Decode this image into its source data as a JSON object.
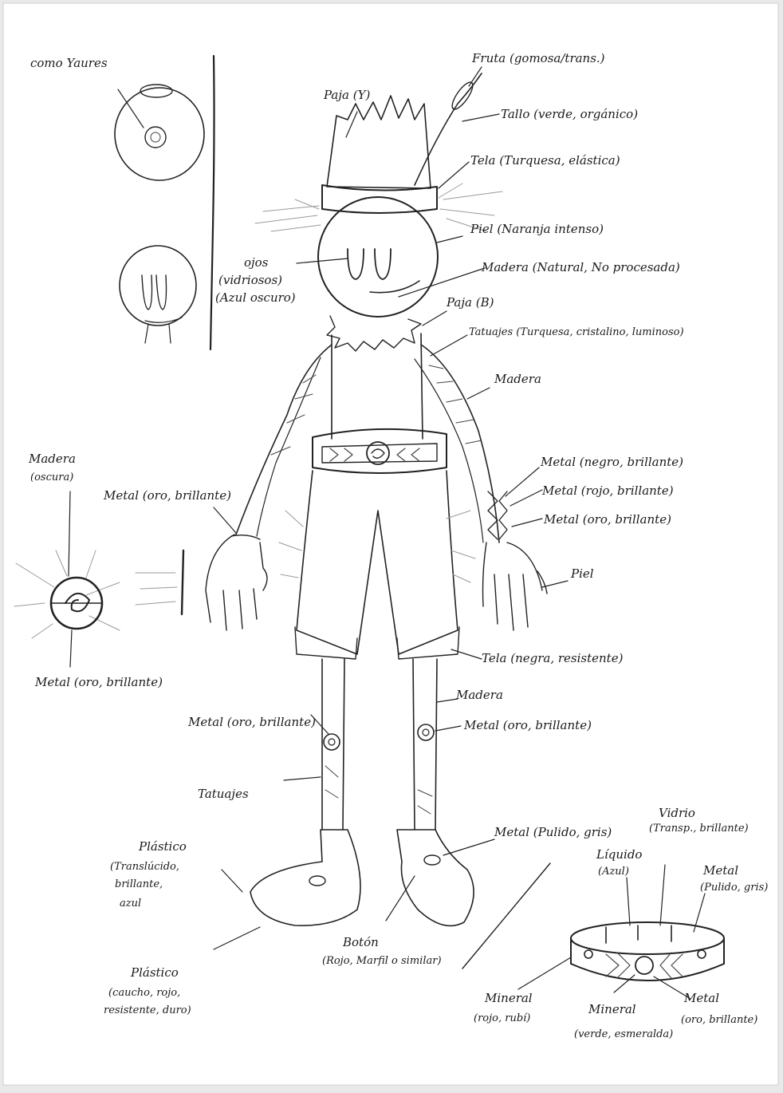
{
  "sheet": {
    "note_top_left": "como Yaures"
  },
  "labels": {
    "fruta": "Fruta (gomosa/trans.)",
    "paja_y": "Paja (Y)",
    "tallo": "Tallo (verde, orgánico)",
    "tela_turquesa": "Tela (Turquesa, elástica)",
    "piel_naranja": "Piel (Naranja intenso)",
    "ojos": [
      "ojos",
      "(vidriosos)",
      "(Azul oscuro)"
    ],
    "madera_natural": "Madera (Natural, No procesada)",
    "paja_b": "Paja (B)",
    "tatuajes_turquesa": "Tatuajes (Turquesa, cristalino, luminoso)",
    "madera_arm": "Madera",
    "madera_oscura": [
      "Madera",
      "(oscura)"
    ],
    "metal_oro_left": "Metal (oro, brillante)",
    "metal_negro": "Metal (negro, brillante)",
    "metal_rojo": "Metal (rojo, brillante)",
    "metal_oro_wrist": "Metal (oro, brillante)",
    "piel_hand": "Piel",
    "metal_oro_belt": "Metal (oro, brillante)",
    "tela_negra": "Tela (negra, resistente)",
    "madera_leg": "Madera",
    "metal_oro_knee_left": "Metal (oro, brillante)",
    "metal_oro_knee_right": "Metal (oro, brillante)",
    "tatuajes": "Tatuajes",
    "plastico_translucido": [
      "Plástico",
      "(Translúcido,",
      "brillante,",
      "azul"
    ],
    "plastico_caucho": [
      "Plástico",
      "(caucho, rojo,",
      "resistente, duro)"
    ],
    "metal_pulido": "Metal (Pulido, gris)",
    "boton": [
      "Botón",
      "(Rojo, Marfil o similar)"
    ],
    "vidrio": [
      "Vidrio",
      "(Transp., brillante)"
    ],
    "liquido": [
      "Líquido",
      "(Azul)"
    ],
    "metal_pulido_ring": [
      "Metal",
      "(Pulido, gris)"
    ],
    "mineral_rojo": [
      "Mineral",
      "(rojo, rubí)"
    ],
    "mineral_verde": [
      "Mineral",
      "(verde, esmeralda)"
    ],
    "metal_oro_ring": [
      "Metal",
      "(oro, brillante)"
    ]
  }
}
